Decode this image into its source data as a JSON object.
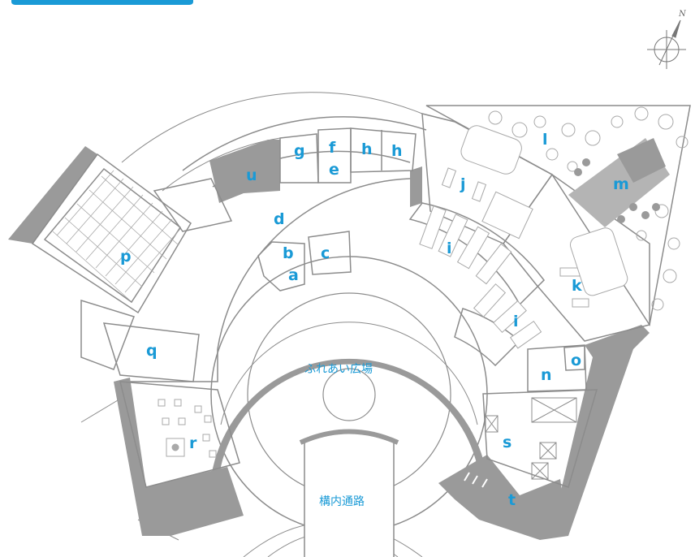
{
  "header_tab": {
    "color": "#1a9ad6"
  },
  "compass": {
    "north_label": "N"
  },
  "colors": {
    "wall": "#9a9a9a",
    "line": "#8c8c8c",
    "label": "#1a9ad6",
    "furniture": "#a9a9a9"
  },
  "rooms": {
    "a": "a",
    "b": "b",
    "c": "c",
    "d": "d",
    "e": "e",
    "f": "f",
    "g": "g",
    "h1": "h",
    "h2": "h",
    "i1": "i",
    "i2": "i",
    "j": "j",
    "k": "k",
    "l": "l",
    "m": "m",
    "n": "n",
    "o": "o",
    "p": "p",
    "q": "q",
    "r": "r",
    "s": "s",
    "t": "t",
    "u": "u"
  },
  "areas": {
    "plaza": "ふれあい広場",
    "corridor": "構内通路"
  }
}
